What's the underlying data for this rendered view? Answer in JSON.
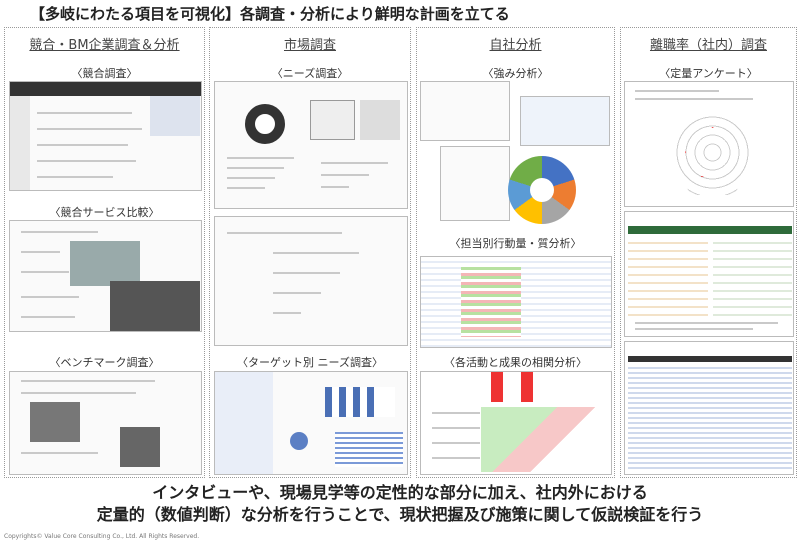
{
  "title": "【多岐にわたる項目を可視化】各調査・分析により鮮明な計画を立てる",
  "columns": [
    {
      "heading": "競合・BM企業調査＆分析",
      "items": [
        "〈競合調査〉",
        "〈競合サービス比較〉",
        "〈ベンチマーク調査〉"
      ]
    },
    {
      "heading": "市場調査",
      "items": [
        "〈ニーズ調査〉",
        "〈ターゲット別 ニーズ調査〉"
      ]
    },
    {
      "heading": "自社分析",
      "items": [
        "〈強み分析〉",
        "〈担当別行動量・質分析〉",
        "〈各活動と成果の相関分析〉"
      ]
    },
    {
      "heading": "離職率（社内）調査",
      "items": [
        "〈定量アンケート〉"
      ]
    }
  ],
  "summary": [
    "インタビューや、現場見学等の定性的な部分に加え、社内外における",
    "定量的（数値判断）な分析を行うことで、現状把握及び施策に関して仮説検証を行う"
  ],
  "copyright": "Copyrights© Value Core Consulting Co., Ltd. All Rights Reserved."
}
